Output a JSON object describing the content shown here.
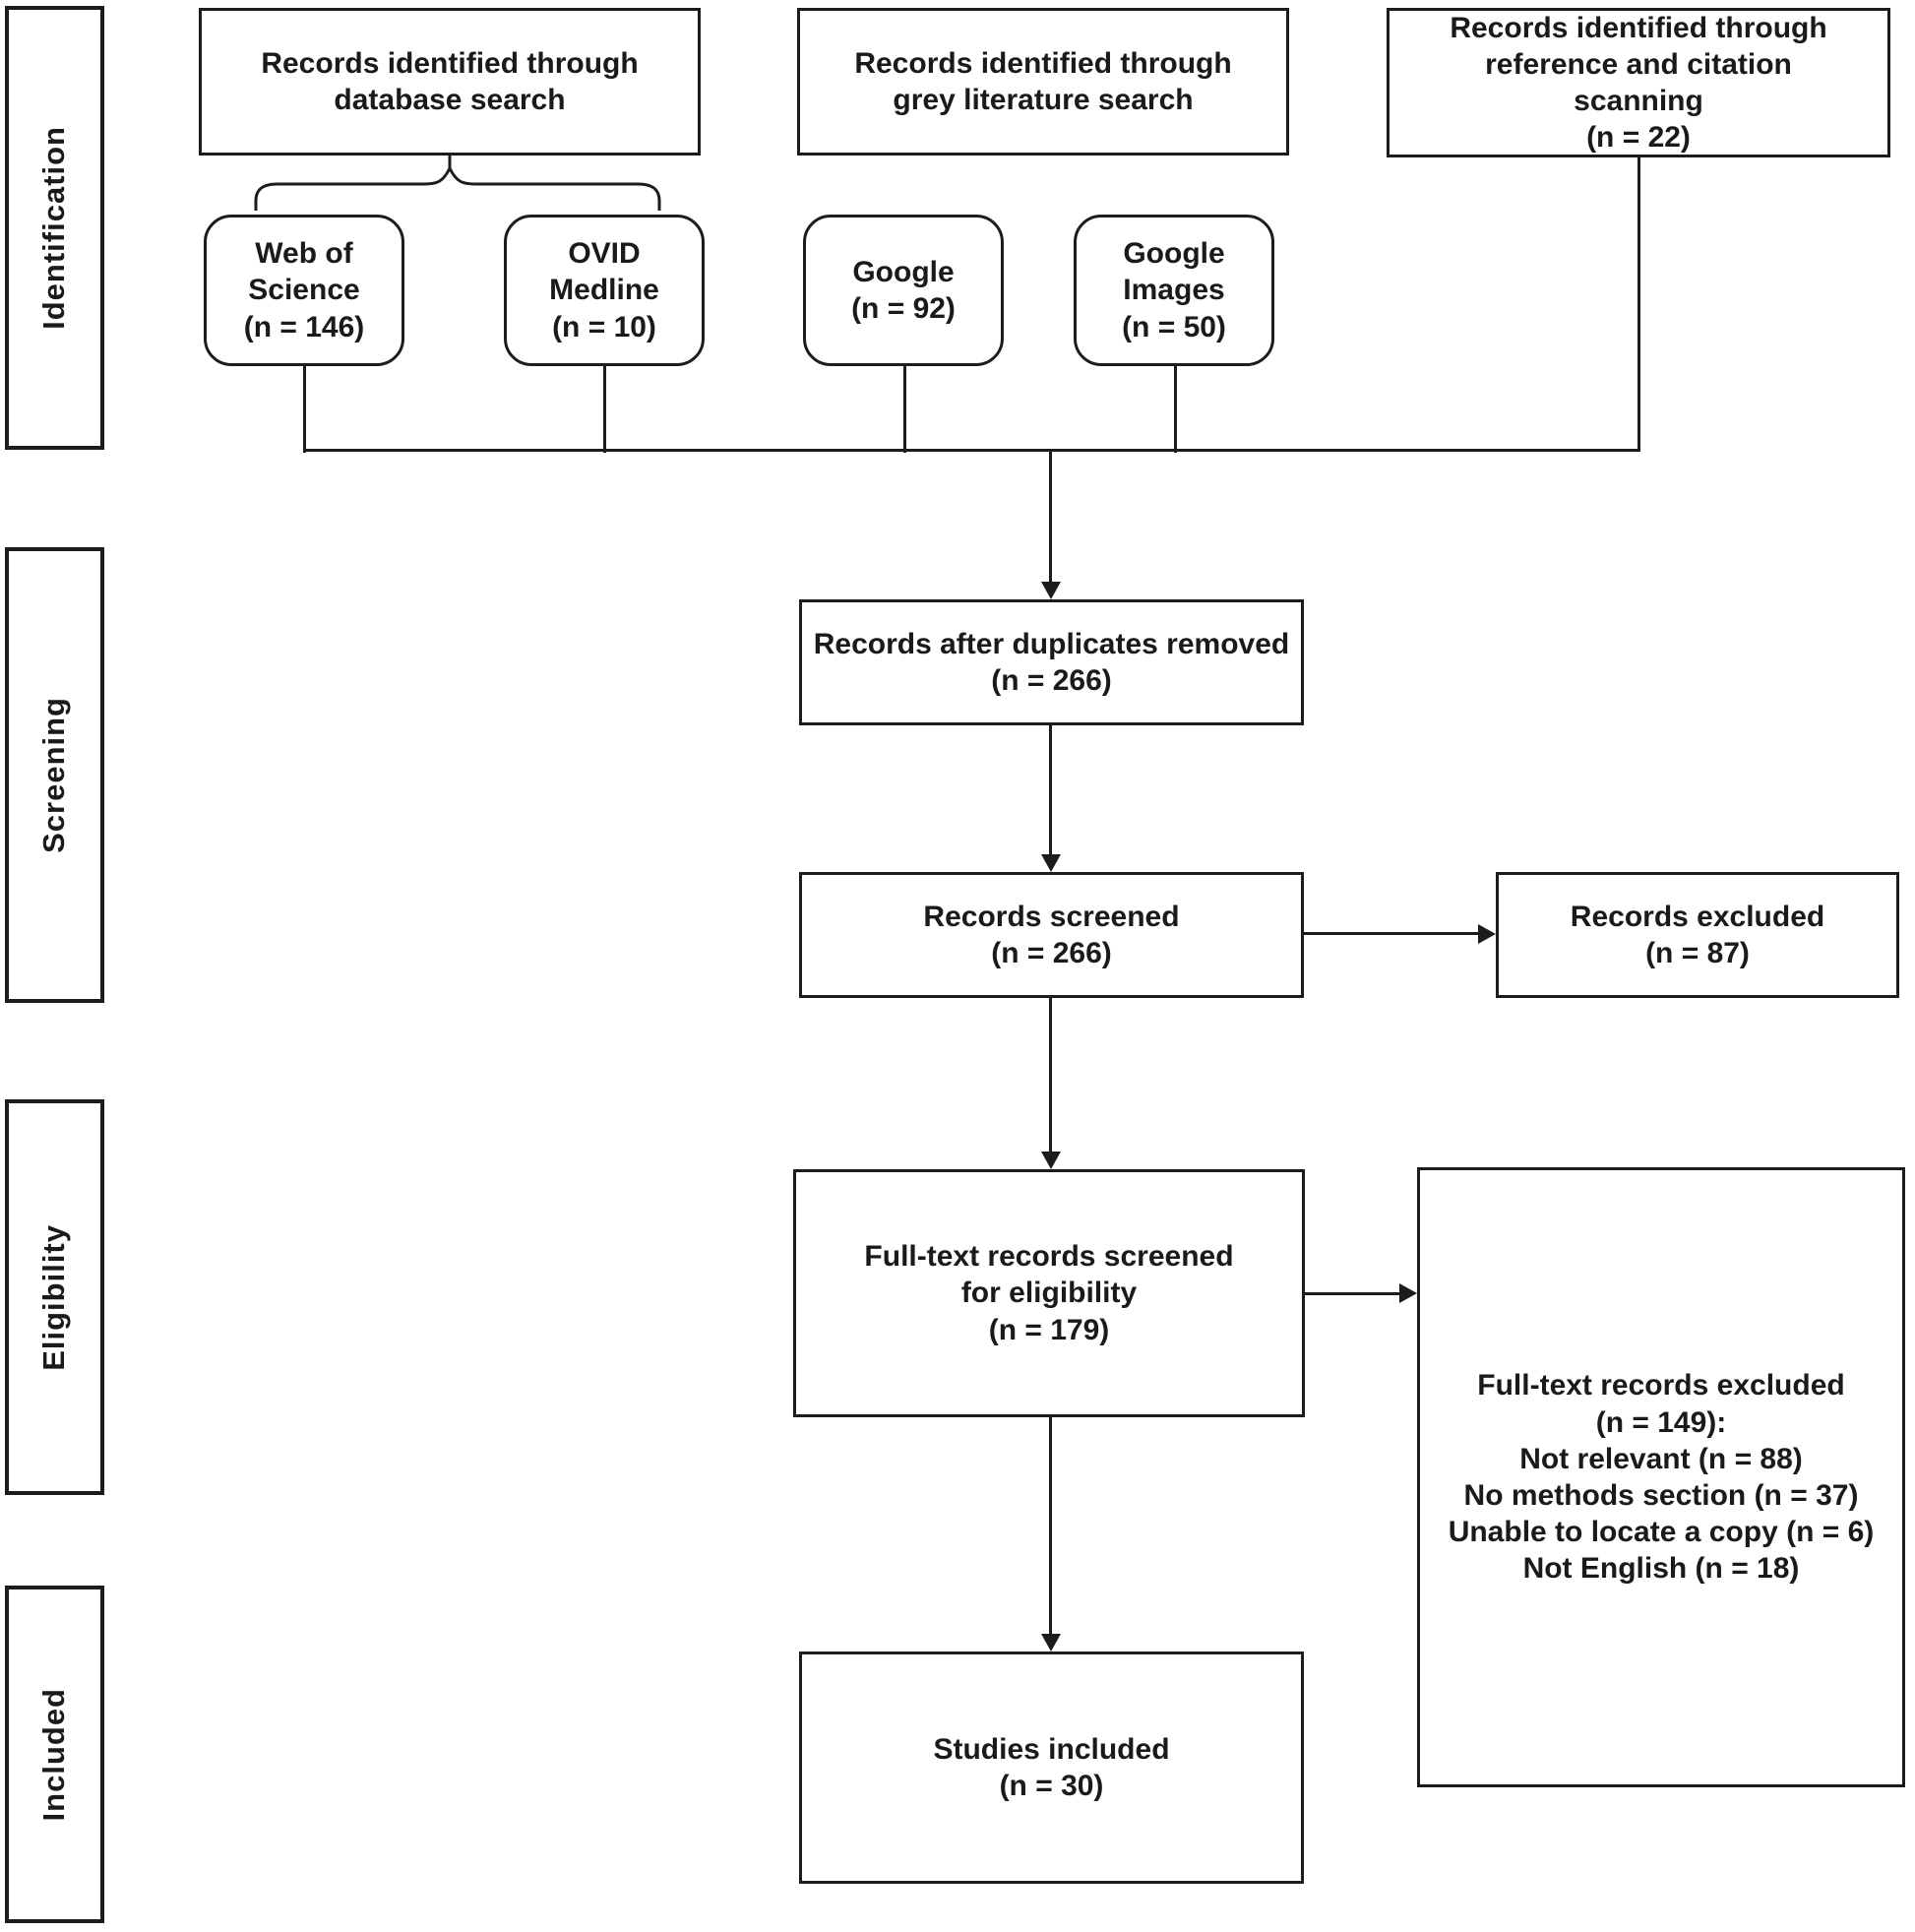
{
  "diagram": {
    "stages": [
      {
        "label": "Identification"
      },
      {
        "label": "Screening"
      },
      {
        "label": "Eligibility"
      },
      {
        "label": "Included"
      }
    ],
    "top_sources": [
      {
        "text": "Records identified through\ndatabase search"
      },
      {
        "text": "Records identified through\ngrey literature search"
      },
      {
        "text": "Records identified through\nreference and citation\nscanning\n(n = 22)"
      }
    ],
    "search_engines": [
      {
        "text": "Web of\nScience\n(n = 146)"
      },
      {
        "text": "OVID\nMedline\n(n = 10)"
      },
      {
        "text": "Google\n(n = 92)"
      },
      {
        "text": "Google\nImages\n(n = 50)"
      }
    ],
    "flow_boxes": {
      "duplicates_removed": "Records after duplicates removed\n(n = 266)",
      "records_screened": "Records screened\n(n = 266)",
      "records_excluded": "Records excluded\n(n = 87)",
      "fulltext_screened": "Full-text records screened\nfor eligibility\n(n = 179)",
      "fulltext_excluded": "Full-text records excluded\n(n = 149):\nNot relevant (n = 88)\nNo methods section (n = 37)\nUnable to locate a copy (n = 6)\nNot English (n = 18)",
      "studies_included": "Studies included\n(n = 30)"
    },
    "colors": {
      "stroke": "#1c1c1c",
      "text": "#1a1a1a",
      "background": "#ffffff"
    }
  }
}
